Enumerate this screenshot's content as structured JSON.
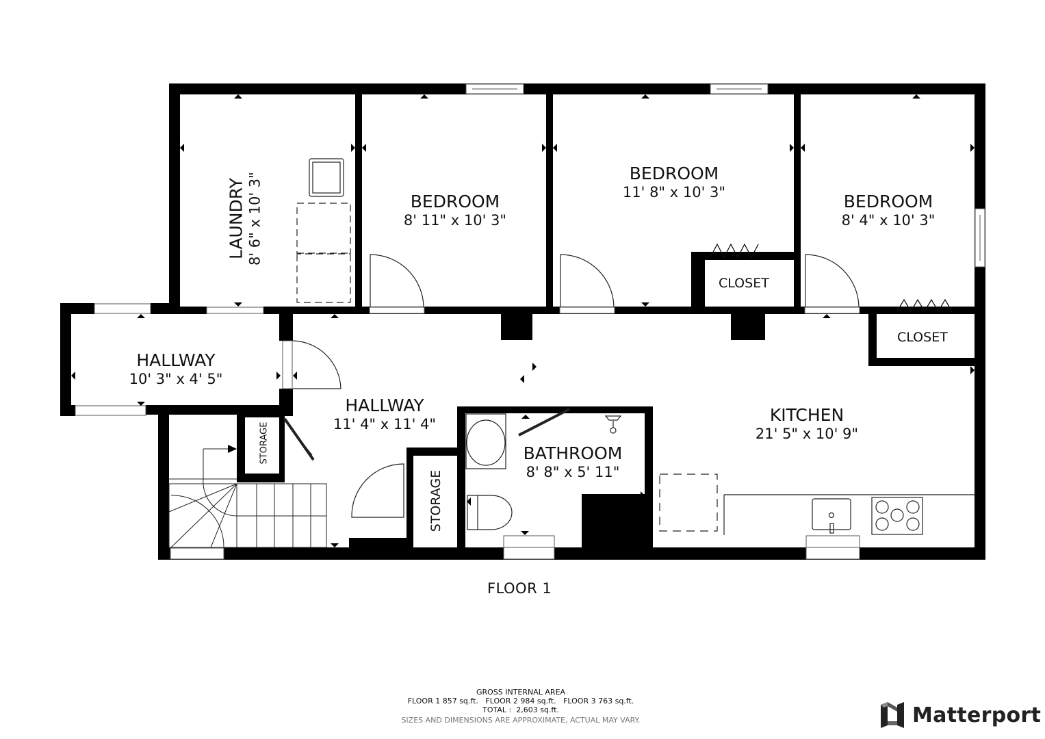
{
  "floor": {
    "title": "FLOOR 1",
    "rooms": [
      {
        "id": "laundry",
        "name": "LAUNDRY",
        "dimensions": "8' 6\" x 10' 3\"",
        "orientation": "vertical"
      },
      {
        "id": "bedroom-1",
        "name": "BEDROOM",
        "dimensions": "8' 11\" x 10' 3\""
      },
      {
        "id": "bedroom-2",
        "name": "BEDROOM",
        "dimensions": "11' 8\" x 10' 3\""
      },
      {
        "id": "bedroom-3",
        "name": "BEDROOM",
        "dimensions": "8' 4\" x 10' 3\""
      },
      {
        "id": "hallway-west",
        "name": "HALLWAY",
        "dimensions": "10' 3\" x 4' 5\""
      },
      {
        "id": "hallway-central",
        "name": "HALLWAY",
        "dimensions": "11' 4\" x 11' 4\""
      },
      {
        "id": "bathroom",
        "name": "BATHROOM",
        "dimensions": "8' 8\" x 5' 11\""
      },
      {
        "id": "kitchen",
        "name": "KITCHEN",
        "dimensions": "21' 5\" x 10' 9\""
      }
    ],
    "small_rooms": [
      {
        "id": "closet-1",
        "name": "CLOSET"
      },
      {
        "id": "closet-2",
        "name": "CLOSET"
      },
      {
        "id": "storage-1",
        "name": "STORAGE"
      },
      {
        "id": "storage-2",
        "name": "STORAGE"
      }
    ]
  },
  "footer": {
    "heading": "GROSS INTERNAL AREA",
    "floor_areas": "FLOOR 1 857 sq.ft.   FLOOR 2 984 sq.ft.   FLOOR 3 763 sq.ft.",
    "total": "TOTAL :  2,603 sq.ft.",
    "disclaimer": "SIZES AND DIMENSIONS ARE APPROXIMATE, ACTUAL MAY VARY."
  },
  "brand": {
    "name": "Matterport",
    "icon": "matterport-logo-icon"
  },
  "colors": {
    "wall": "#000000",
    "background": "#ffffff",
    "line": "#333333",
    "disclaimer": "#777777"
  }
}
